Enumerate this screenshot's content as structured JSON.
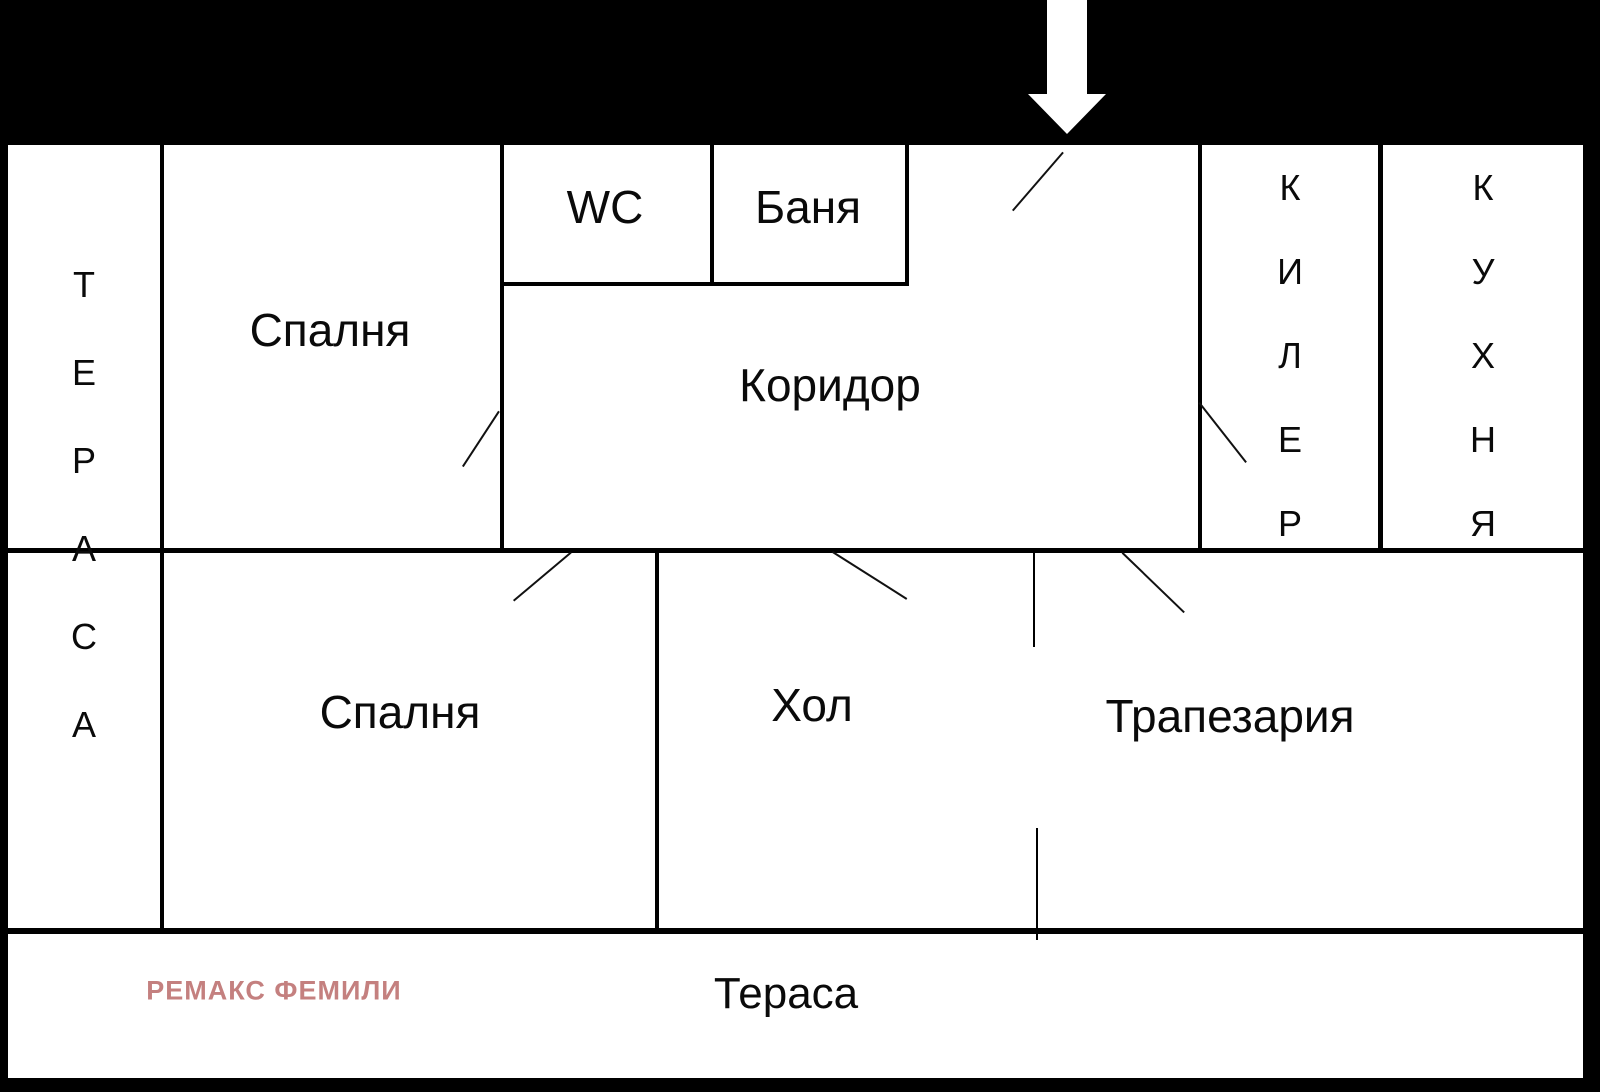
{
  "title": "floor-plan",
  "palette": {
    "background": "#000000",
    "floor": "#ffffff",
    "wall": "#000000",
    "watermark_color": "#c4807f",
    "arrow_color": "#ffffff"
  },
  "watermark": {
    "text": "РЕМАКС ФЕМИЛИ"
  },
  "rooms": {
    "terrace_left": {
      "label": "ТЕРАСА",
      "letters": [
        "Т",
        "Е",
        "Р",
        "А",
        "С",
        "А"
      ]
    },
    "bedroom1": {
      "label": "Спалня"
    },
    "wc": {
      "label": "WC"
    },
    "bath": {
      "label": "Баня"
    },
    "corridor": {
      "label": "Коридор"
    },
    "kiler": {
      "label": "КИЛЕР",
      "letters": [
        "К",
        "И",
        "Л",
        "Е",
        "Р"
      ]
    },
    "kitchen": {
      "label": "КУХНЯ",
      "letters": [
        "К",
        "У",
        "Х",
        "Н",
        "Я"
      ]
    },
    "bedroom2": {
      "label": "Спалня"
    },
    "hall": {
      "label": "Хол"
    },
    "dining": {
      "label": "Трапезария"
    },
    "terrace_bottom": {
      "label": "Тераса"
    }
  }
}
